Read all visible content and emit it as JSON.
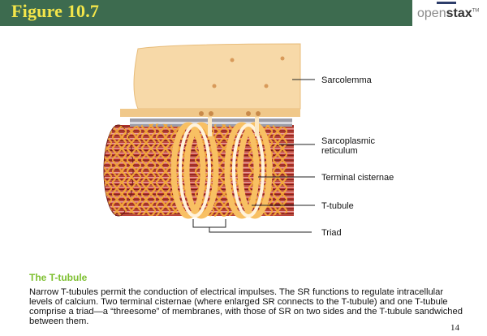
{
  "header": {
    "title": "Figure 10.7",
    "logo_light": "open",
    "logo_bold": "stax",
    "logo_tm": "TM"
  },
  "labels": {
    "sarcolemma": "Sarcolemma",
    "sarcoplasmic_1": "Sarcoplasmic",
    "sarcoplasmic_2": "reticulum",
    "terminal_cisternae": "Terminal cisternae",
    "t_tubule": "T-tubule",
    "triad": "Triad"
  },
  "section_title": "The T-tubule",
  "caption": "Narrow T-tubules permit the conduction of electrical impulses. The SR functions to regulate intracellular levels of calcium. Two terminal cisternae (where enlarged SR connects to the T-tubule) and one T-tubule comprise a triad—a “threesome” of membranes, with those of SR on two sides and the T-tubule sandwiched between them.",
  "page_number": "14",
  "colors": {
    "header_bg": "#3d6b4f",
    "title_yellow": "#f4e64a",
    "section_green": "#7cbf2e",
    "sarcolemma": "#f7d9a8",
    "sr_orange": "#f3a93a",
    "myofibril_red": "#b8322a"
  }
}
